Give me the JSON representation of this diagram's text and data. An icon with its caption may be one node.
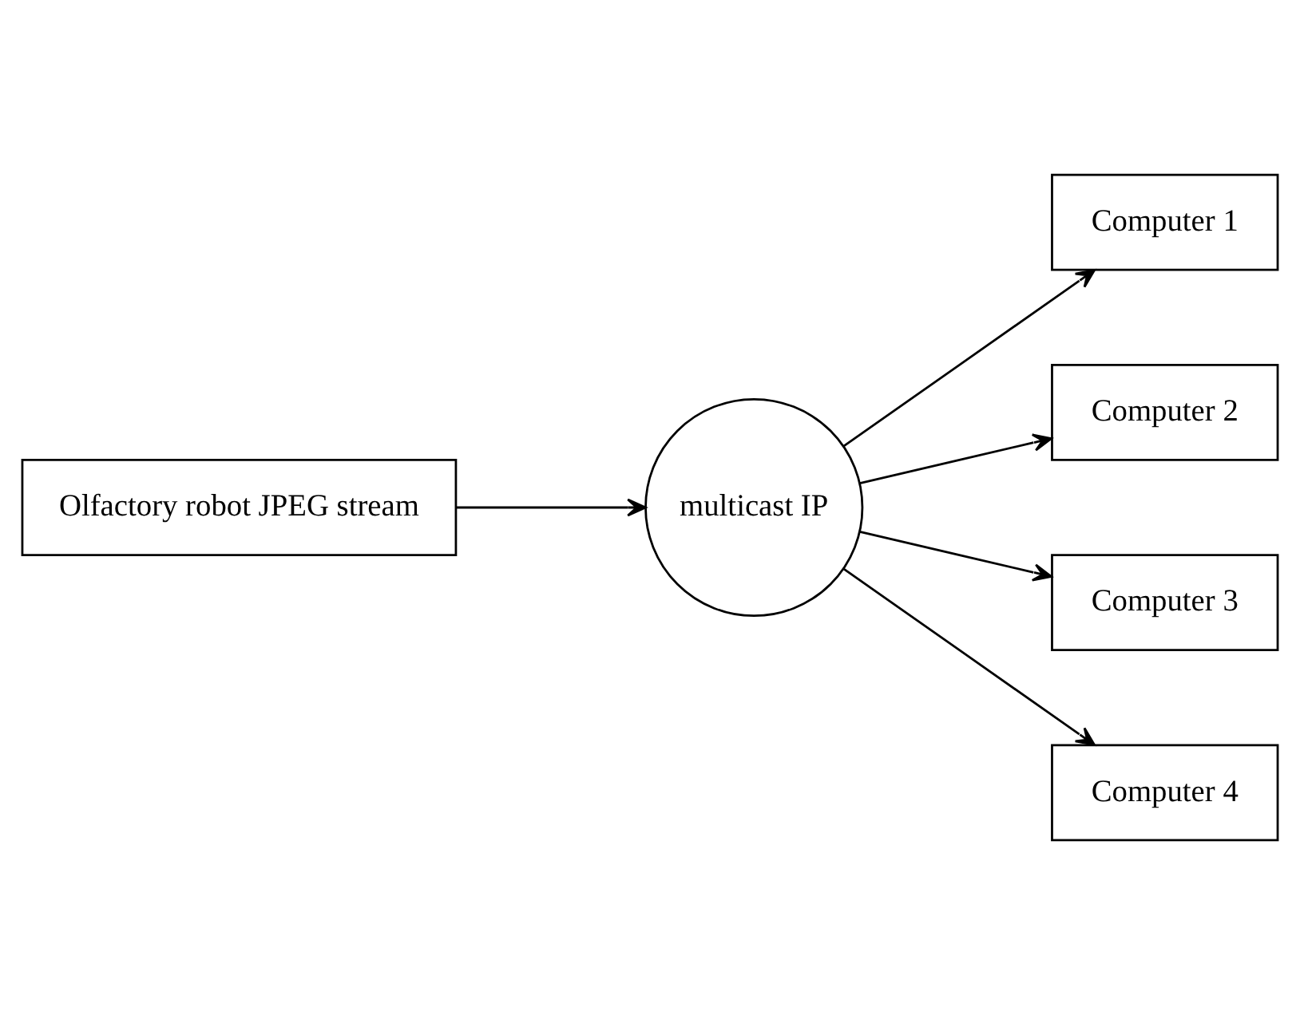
{
  "diagram": {
    "nodes": [
      {
        "text": [
          "Olfactory robot JPEG stream"
        ]
      },
      {
        "text": [
          "multicast IP"
        ]
      },
      {
        "text": [
          "Computer 1"
        ]
      },
      {
        "text": [
          "Computer 2"
        ]
      },
      {
        "text": [
          "Computer 3"
        ]
      },
      {
        "text": [
          "Computer 4"
        ]
      }
    ],
    "edges": [
      {
        "from": 0,
        "to": 1,
        "arrow": "to"
      },
      {
        "from": 1,
        "to": 2,
        "arrow": "to"
      },
      {
        "from": 1,
        "to": 3,
        "arrow": "to"
      },
      {
        "from": 1,
        "to": 4,
        "arrow": "to"
      },
      {
        "from": 1,
        "to": 5,
        "arrow": "to"
      }
    ]
  }
}
